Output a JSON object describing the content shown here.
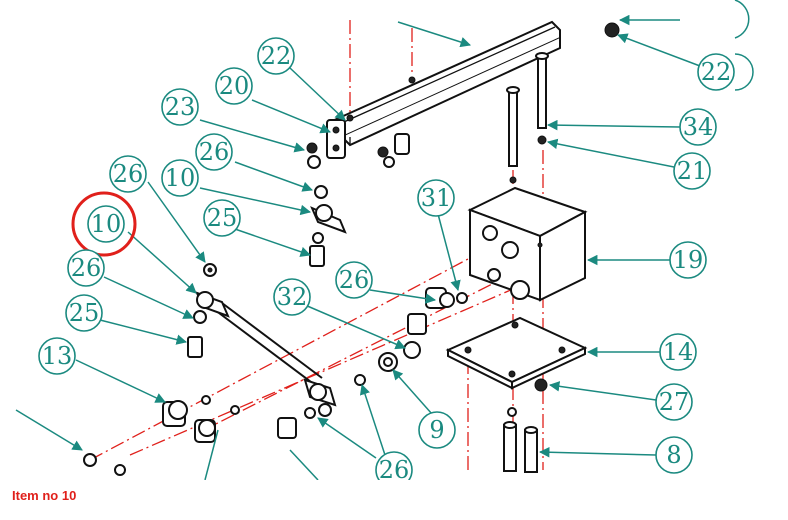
{
  "diagram": {
    "callouts": [
      "22",
      "20",
      "23",
      "26",
      "10",
      "10",
      "26",
      "25",
      "26",
      "25",
      "13",
      "31",
      "26",
      "32",
      "9",
      "26",
      "22",
      "34",
      "21",
      "19",
      "14",
      "27",
      "8"
    ],
    "highlight_color": "#e0201b",
    "callout_color": "#1b8a80"
  },
  "caption": {
    "text": "Item no 10"
  }
}
